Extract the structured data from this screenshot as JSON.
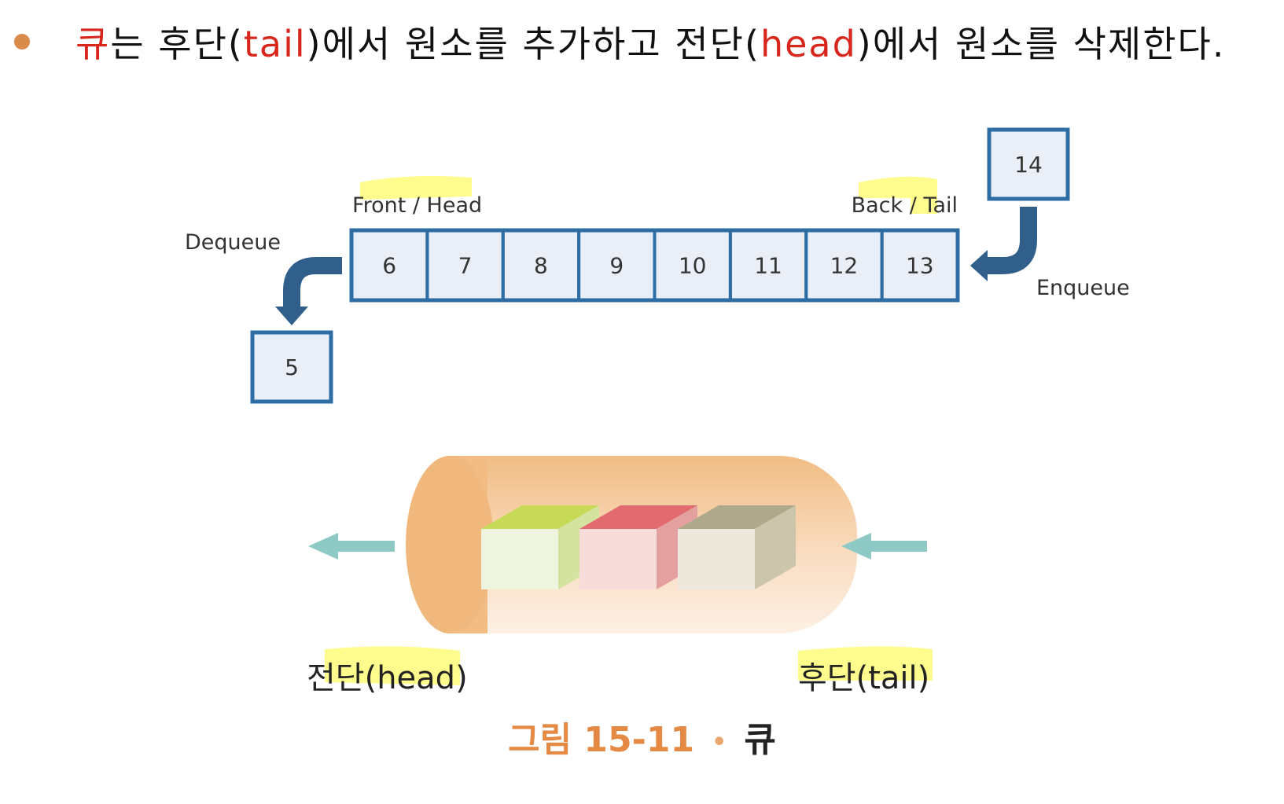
{
  "sentence": {
    "parts": [
      {
        "text": "큐",
        "color": "red"
      },
      {
        "text": "는 후단(",
        "color": "black"
      },
      {
        "text": "tail",
        "color": "red"
      },
      {
        "text": ")에서 원소를 추가하고 전단(",
        "color": "black"
      },
      {
        "text": "head",
        "color": "red"
      },
      {
        "text": ")에서 원소를 삭제한다.",
        "color": "black"
      }
    ]
  },
  "diagram": {
    "front_label": "Front / Head",
    "back_label": "Back / Tail",
    "dequeue_label": "Dequeue",
    "enqueue_label": "Enqueue",
    "queue_values": [
      "6",
      "7",
      "8",
      "9",
      "10",
      "11",
      "12",
      "13"
    ],
    "incoming_value": "14",
    "outgoing_value": "5"
  },
  "tube": {
    "head_label": "전단(head)",
    "tail_label": "후단(tail)"
  },
  "caption": {
    "figure": "그림 15-11",
    "dot": "•",
    "title": "큐"
  },
  "colors": {
    "accent_red": "#d8261c",
    "box_border": "#2e6da4",
    "box_fill": "#e9eef7",
    "arrow_blue": "#2f5f8a",
    "tube_orange": "#f1bd84",
    "teal_arrow": "#8ec9c6",
    "highlight": "#fffb7a"
  }
}
